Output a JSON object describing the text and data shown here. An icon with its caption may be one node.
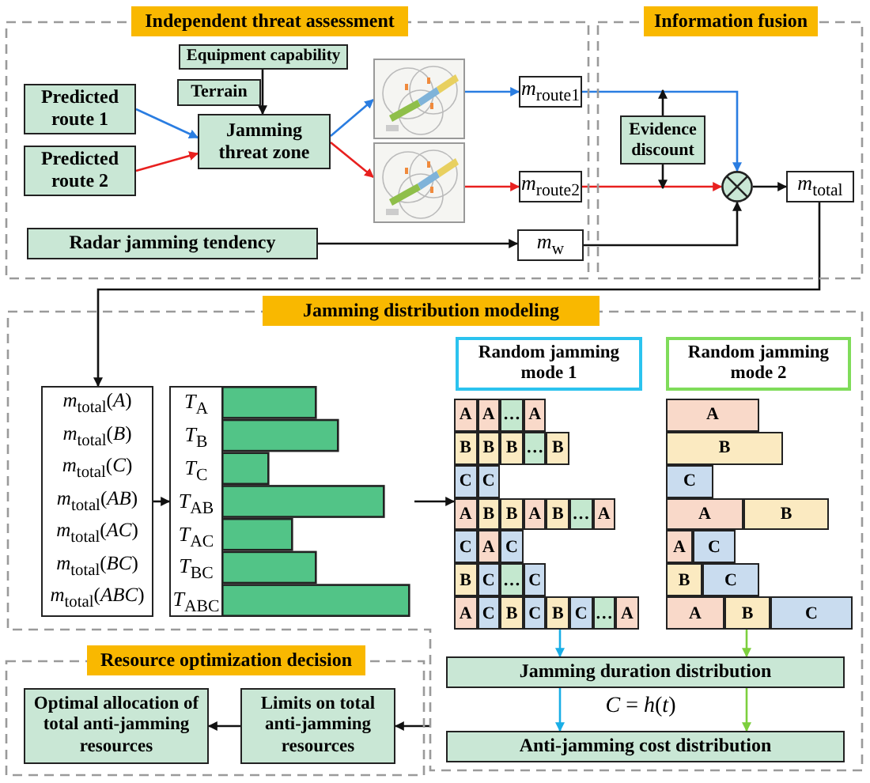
{
  "diagram": {
    "nodes": [
      {
        "text": [
          "Independent threat assessment"
        ]
      },
      {
        "text": [
          "Predicted route 1"
        ],
        "in": 0
      },
      {
        "text": [
          "Predicted route 2"
        ],
        "in": 0
      },
      {
        "text": [
          "Equipment capability"
        ],
        "in": 0
      },
      {
        "text": [
          "Terrain"
        ],
        "in": 0
      },
      {
        "text": [
          "Jamming threat zone"
        ],
        "in": 0
      },
      {
        "text": [],
        "shape": "picture",
        "in": 0
      },
      {
        "text": [],
        "shape": "picture",
        "in": 0
      },
      {
        "text": [
          "*m*$_{route1}$"
        ],
        "in": 0
      },
      {
        "text": [
          "*m*$_{route2}$"
        ],
        "in": 0
      },
      {
        "text": [
          "Radar jamming tendency"
        ],
        "in": 0
      },
      {
        "text": [
          "*m*$_{w}$"
        ],
        "in": 0
      },
      {
        "text": [
          "Information fusion"
        ]
      },
      {
        "text": [
          "Evidence discount"
        ],
        "in": 12
      },
      {
        "text": [],
        "shape": "circle",
        "in": 12
      },
      {
        "text": [
          "*m*$_{total}$"
        ],
        "in": 12
      },
      {
        "text": [
          "Jamming distribution modeling"
        ]
      },
      {
        "text": [
          "*m*$_{total}$(*A*)",
          "*m*$_{total}$(*B*)",
          "*m*$_{total}$(*C*)",
          "*m*$_{total}$(*AB*)",
          "*m*$_{total}$(*AC*)",
          "*m*$_{total}$(*BC*)",
          "*m*$_{total}$(*ABC*)"
        ],
        "in": 16
      },
      {
        "text": [
          "*T*$_{A}$",
          "*T*$_{B}$",
          "*T*$_{C}$",
          "*T*$_{AB}$",
          "*T*$_{AC}$",
          "*T*$_{BC}$",
          "*T*$_{ABC}$"
        ],
        "in": 16
      },
      {
        "text": [
          "Random jamming mode 1"
        ],
        "in": 16
      },
      {
        "text": [
          "Random jamming mode 2"
        ],
        "in": 16
      },
      {
        "text": [
          "A",
          "A",
          "…",
          "A",
          "B",
          "B",
          "B",
          "…",
          "B",
          "C",
          "C",
          "A",
          "B",
          "B",
          "A",
          "B",
          "…",
          "A",
          "C",
          "A",
          "C",
          "B",
          "C",
          "…",
          "C",
          "A",
          "C",
          "B",
          "C",
          "B",
          "C",
          "…",
          "A"
        ],
        "in": 16
      },
      {
        "text": [
          "A",
          "B",
          "C",
          "A",
          "B",
          "A",
          "C",
          "B",
          "C",
          "A",
          "B",
          "C"
        ],
        "in": 16
      },
      {
        "text": [
          "Jamming duration distribution"
        ],
        "in": 16
      },
      {
        "text": [
          "Anti-jamming cost distribution"
        ],
        "in": 16
      },
      {
        "text": [
          "Resource optimization decision"
        ]
      },
      {
        "text": [
          "Optimal allocation of total anti-jamming resources"
        ],
        "in": 25
      },
      {
        "text": [
          "Limits on total anti-jamming resources"
        ],
        "in": 25
      }
    ],
    "edges": [
      {
        "from": 1,
        "to": 5,
        "arrow": "to",
        "color": "#2a7de1"
      },
      {
        "from": 2,
        "to": 5,
        "arrow": "to",
        "color": "#e8201f"
      },
      {
        "from": 3,
        "to": 5,
        "arrow": "to"
      },
      {
        "from": 5,
        "to": 6,
        "arrow": "to",
        "color": "#2a7de1"
      },
      {
        "from": 5,
        "to": 7,
        "arrow": "to",
        "color": "#e8201f"
      },
      {
        "from": 6,
        "to": 8,
        "arrow": "to",
        "color": "#2a7de1"
      },
      {
        "from": 7,
        "to": 9,
        "arrow": "to",
        "color": "#e8201f"
      },
      {
        "from": 8,
        "to": 14,
        "arrow": "to",
        "color": "#2a7de1"
      },
      {
        "from": 9,
        "to": 14,
        "arrow": "to",
        "color": "#e8201f"
      },
      {
        "from": 10,
        "to": 11,
        "arrow": "to"
      },
      {
        "from": 11,
        "to": 14,
        "arrow": "to"
      },
      {
        "from": 13,
        "to": null,
        "arrow": "to"
      },
      {
        "from": 13,
        "to": null,
        "arrow": "to"
      },
      {
        "from": 14,
        "to": 15,
        "arrow": "to"
      },
      {
        "from": 15,
        "to": 17,
        "arrow": "to"
      },
      {
        "from": 17,
        "to": 18,
        "arrow": "to"
      },
      {
        "from": 18,
        "to": 21,
        "arrow": "to"
      },
      {
        "from": 21,
        "to": 23,
        "arrow": "to",
        "color": "#19aee6"
      },
      {
        "from": 22,
        "to": 23,
        "arrow": "to",
        "color": "#7ccf3d"
      },
      {
        "from": 23,
        "to": 24,
        "arrow": "to",
        "color": "#19aee6"
      },
      {
        "from": 23,
        "to": 24,
        "arrow": "to",
        "color": "#7ccf3d"
      },
      {
        "from": 16,
        "to": 27,
        "arrow": "to"
      },
      {
        "from": 27,
        "to": 26,
        "arrow": "to"
      }
    ],
    "labels": [
      "*C* = *h*(*t*)"
    ]
  }
}
